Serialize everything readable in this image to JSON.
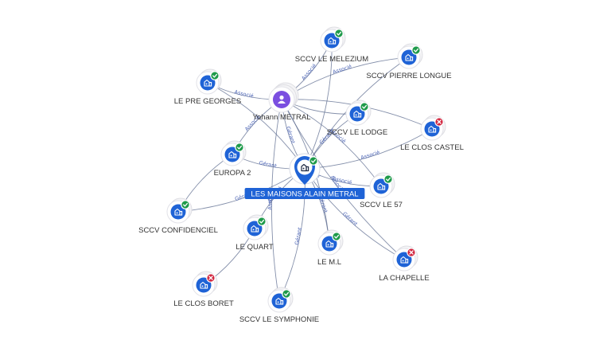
{
  "center": {
    "id": "center",
    "label": "LES MAISONS ALAIN METRAL",
    "status": "active",
    "icon": "building-icon"
  },
  "person": {
    "id": "person",
    "label": "Yohann METRAL",
    "icon": "person-icon"
  },
  "companies": [
    {
      "id": "melezium",
      "label": "SCCV LE MELEZIUM",
      "status": "active",
      "icon": "building-icon"
    },
    {
      "id": "pierre",
      "label": "SCCV PIERRE LONGUE",
      "status": "active",
      "icon": "building-icon"
    },
    {
      "id": "pregeorges",
      "label": "LE PRE GEORGES",
      "status": "active",
      "icon": "building-icon"
    },
    {
      "id": "lodge",
      "label": "SCCV LE LODGE",
      "status": "active",
      "icon": "building-icon"
    },
    {
      "id": "castel",
      "label": "LE CLOS CASTEL",
      "status": "closed",
      "icon": "building-icon"
    },
    {
      "id": "europa",
      "label": "EUROPA 2",
      "status": "active",
      "icon": "building-icon"
    },
    {
      "id": "le57",
      "label": "SCCV LE 57",
      "status": "active",
      "icon": "building-icon"
    },
    {
      "id": "confidenciel",
      "label": "SCCV CONFIDENCIEL",
      "status": "active",
      "icon": "building-icon"
    },
    {
      "id": "quart",
      "label": "LE QUART",
      "status": "active",
      "icon": "building-icon"
    },
    {
      "id": "leml",
      "label": "LE M.L",
      "status": "active",
      "icon": "building-icon"
    },
    {
      "id": "chapelle",
      "label": "LA CHAPELLE",
      "status": "closed",
      "icon": "building-icon"
    },
    {
      "id": "boret",
      "label": "LE CLOS BORET",
      "status": "closed",
      "icon": "building-icon"
    },
    {
      "id": "symphonie",
      "label": "SCCV LE SYMPHONIE",
      "status": "active",
      "icon": "building-icon"
    }
  ],
  "edges": [
    {
      "from": "center",
      "to": "melezium",
      "label": ""
    },
    {
      "from": "center",
      "to": "pierre",
      "label": ""
    },
    {
      "from": "center",
      "to": "pregeorges",
      "label": ""
    },
    {
      "from": "center",
      "to": "lodge",
      "label": "Gérant"
    },
    {
      "from": "center",
      "to": "castel",
      "label": "Associé"
    },
    {
      "from": "center",
      "to": "europa",
      "label": "Gérant"
    },
    {
      "from": "center",
      "to": "le57",
      "label": "Associé"
    },
    {
      "from": "center",
      "to": "confidenciel",
      "label": "Gérant"
    },
    {
      "from": "center",
      "to": "quart",
      "label": "Associé"
    },
    {
      "from": "center",
      "to": "leml",
      "label": "Gérant"
    },
    {
      "from": "center",
      "to": "chapelle",
      "label": "Gérant"
    },
    {
      "from": "center",
      "to": "symphonie",
      "label": "Gérant"
    },
    {
      "from": "person",
      "to": "center",
      "label": "Gérant"
    },
    {
      "from": "person",
      "to": "pregeorges",
      "label": "Associé"
    },
    {
      "from": "person",
      "to": "melezium",
      "label": "Associé"
    },
    {
      "from": "person",
      "to": "pierre",
      "label": "Associé"
    },
    {
      "from": "person",
      "to": "lodge",
      "label": ""
    },
    {
      "from": "person",
      "to": "castel",
      "label": ""
    },
    {
      "from": "person",
      "to": "europa",
      "label": "Associé"
    },
    {
      "from": "person",
      "to": "le57",
      "label": "Associé"
    },
    {
      "from": "person",
      "to": "chapelle",
      "label": "Associé"
    },
    {
      "from": "person",
      "to": "leml",
      "label": "Associé"
    },
    {
      "from": "person",
      "to": "symphonie",
      "label": "Associé"
    },
    {
      "from": "quart",
      "to": "boret",
      "label": ""
    },
    {
      "from": "europa",
      "to": "confidenciel",
      "label": ""
    }
  ],
  "colors": {
    "node_blue": "#1f63d6",
    "person_purple": "#7b4fe0",
    "status_active": "#1e9a4a",
    "status_closed": "#d2263f",
    "edge": "#5b6a8e",
    "edge_label": "#4a63b5"
  }
}
